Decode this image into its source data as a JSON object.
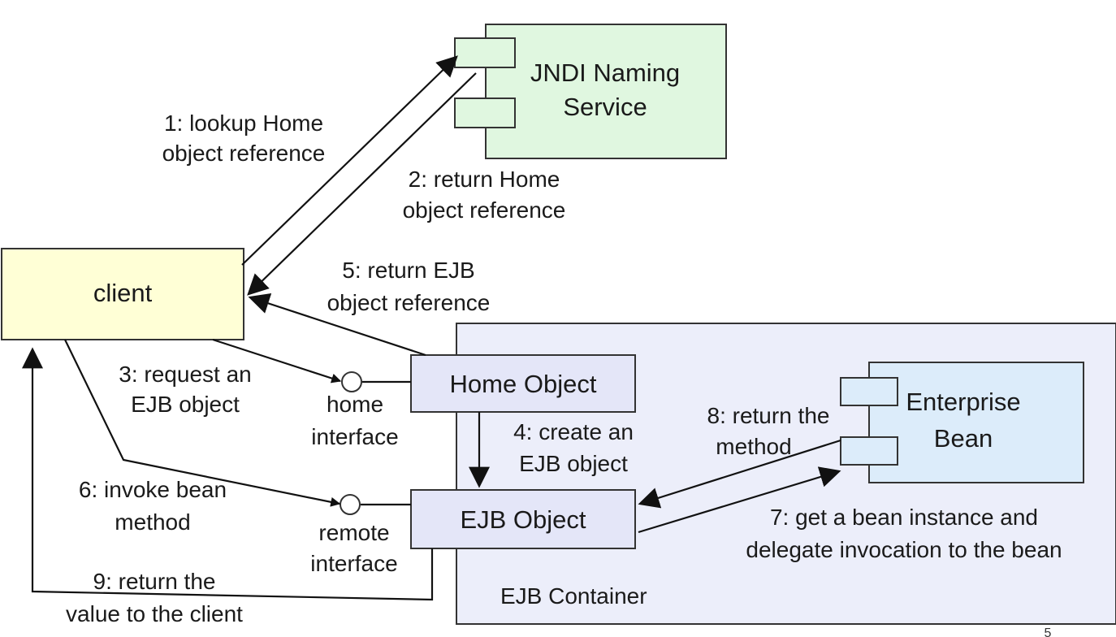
{
  "colors": {
    "client_fill": "#ffffd6",
    "jndi_fill": "#e0f7e0",
    "container_fill": "#eceefa",
    "object_fill": "#e4e6f8",
    "bean_fill": "#dcecfa",
    "port_fill": "#ffffff"
  },
  "nodes": {
    "client": "client",
    "jndi_line1": "JNDI Naming",
    "jndi_line2": "Service",
    "ejb_container": "EJB Container",
    "home_object": "Home Object",
    "ejb_object": "EJB Object",
    "bean_line1": "Enterprise",
    "bean_line2": "Bean",
    "home_interface_line1": "home",
    "home_interface_line2": "interface",
    "remote_interface_line1": "remote",
    "remote_interface_line2": "interface"
  },
  "edges": {
    "e1": [
      "1: lookup Home",
      "object reference"
    ],
    "e2": [
      "2: return Home",
      "object reference"
    ],
    "e3": [
      "3: request an",
      "EJB object"
    ],
    "e4": [
      "4: create an",
      "EJB object"
    ],
    "e5": [
      "5: return EJB",
      "object reference"
    ],
    "e6": [
      "6: invoke bean",
      "method"
    ],
    "e7": [
      "7: get a bean instance and",
      "delegate invocation to the bean"
    ],
    "e8": [
      "8: return the",
      "method"
    ],
    "e9": [
      "9: return the",
      "value to the client"
    ]
  },
  "page_number": "5"
}
